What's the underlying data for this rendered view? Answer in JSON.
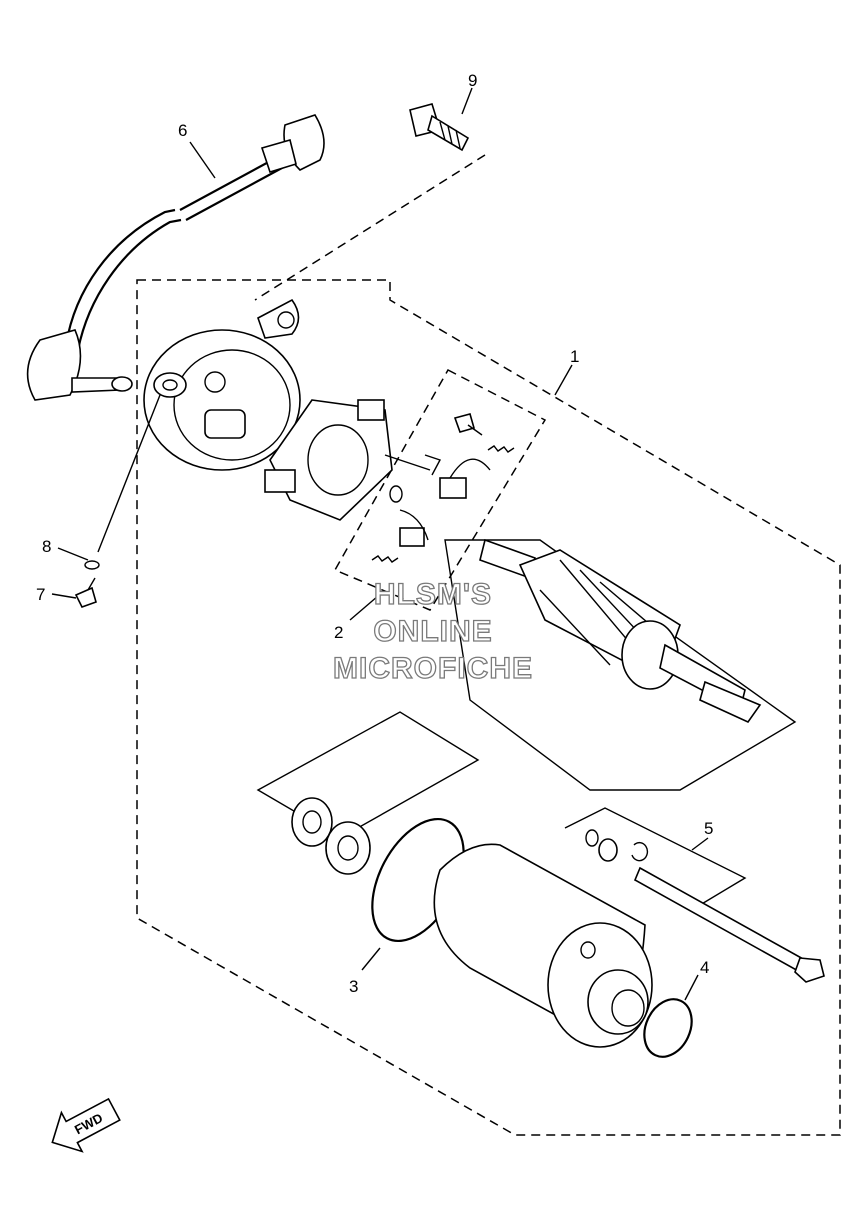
{
  "callouts": {
    "c1": "1",
    "c2": "2",
    "c3": "3",
    "c4": "4",
    "c5": "5",
    "c6": "6",
    "c7": "7",
    "c8": "8",
    "c9": "9"
  },
  "watermark": {
    "line1": "HLSM'S",
    "line2": "ONLINE",
    "line3": "MICROFICHE"
  },
  "direction_arrow": {
    "label": "FWD",
    "icon": "fwd-arrow-icon"
  }
}
